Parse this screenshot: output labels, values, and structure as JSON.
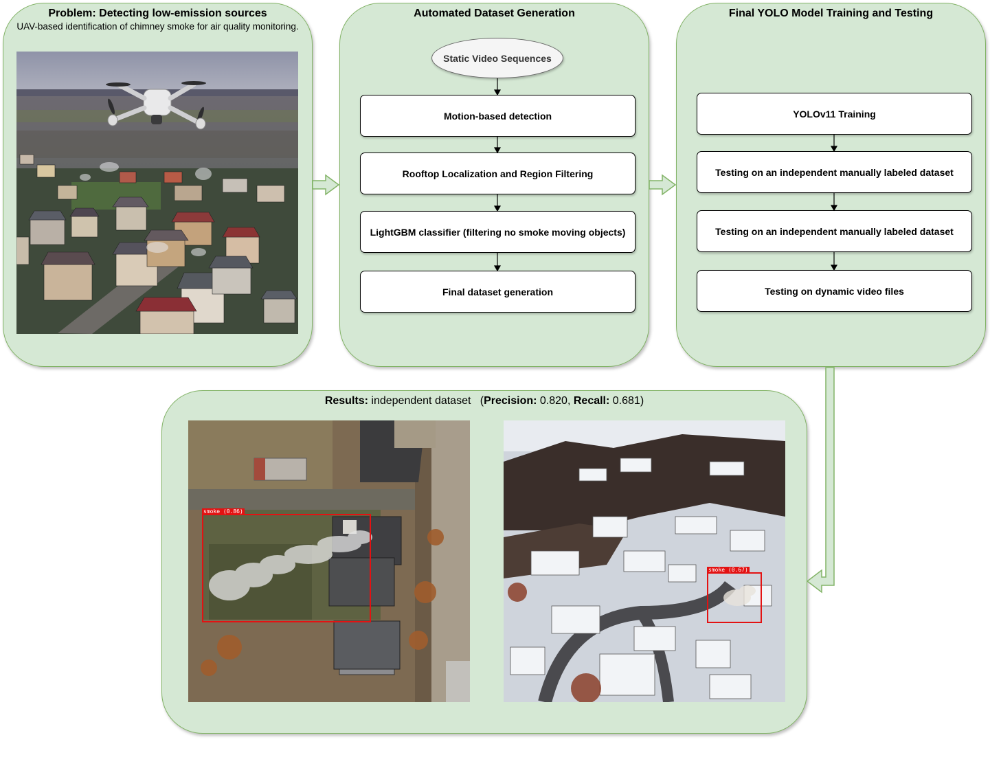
{
  "problem": {
    "title": "Problem: Detecting low-emission sources",
    "subtitle": "UAV-based identification of chimney smoke for air quality monitoring."
  },
  "dataset_generation": {
    "title": "Automated Dataset Generation",
    "input": "Static Video Sequences",
    "steps": [
      "Motion-based detection",
      "Rooftop Localization and Region Filtering",
      "LightGBM classifier (filtering no smoke moving objects)",
      "Final dataset generation"
    ]
  },
  "training": {
    "title": "Final YOLO Model Training and Testing",
    "steps": [
      "YOLOv11 Training",
      "Testing on an independent manually labeled dataset",
      "Testing on an independent manually labeled dataset",
      "Testing on dynamic video files"
    ]
  },
  "results": {
    "label_results": "Results:",
    "text_dataset": "independent dataset",
    "paren_open": "(",
    "label_precision": "Precision:",
    "precision": "0.820",
    "comma": ",",
    "label_recall": "Recall:",
    "recall": "0.681",
    "paren_close": ")",
    "detections": [
      {
        "label": "smoke (0.86)"
      },
      {
        "label": "smoke (0.67)"
      }
    ]
  },
  "colors": {
    "panel_fill": "#d5e8d4",
    "panel_stroke": "#82b366",
    "detection": "#e31212"
  }
}
